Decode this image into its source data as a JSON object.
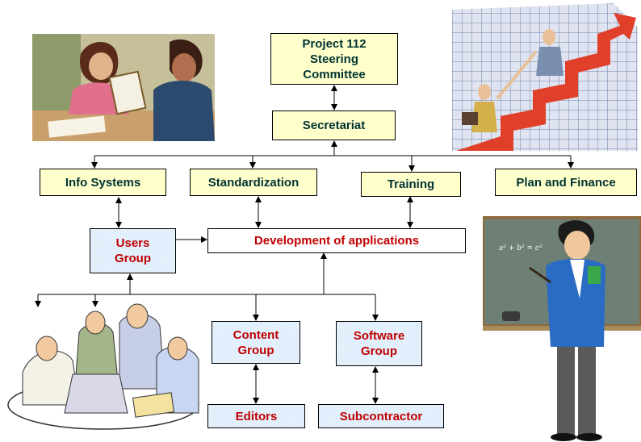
{
  "boxes": {
    "steering": "Project 112 Steering Committee",
    "secretariat": "Secretariat",
    "info_systems": "Info Systems",
    "standardization": "Standardization",
    "training": "Training",
    "plan_finance": "Plan and Finance",
    "users_group": "Users Group",
    "development": "Development of applications",
    "content_group": "Content Group",
    "software_group": "Software Group",
    "editors": "Editors",
    "subcontractor": "Subcontractor"
  },
  "blackboard_formula": "a² + b² = c²",
  "colors": {
    "yellow_box": "#ffffcc",
    "blue_box": "#dcecfb",
    "dark_text": "#003333",
    "red_text": "#c00000"
  },
  "clipart": [
    "meeting-clipart",
    "teamwork-growth-clipart",
    "teacher-clipart",
    "office-team-clipart"
  ]
}
